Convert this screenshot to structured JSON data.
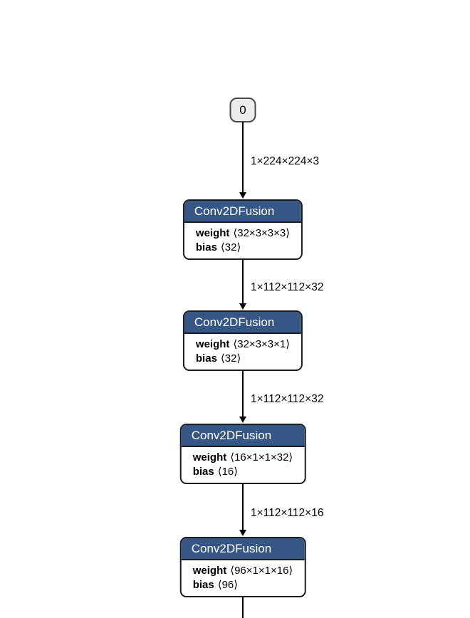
{
  "graph": {
    "colors": {
      "canvas_bg": "#ffffff",
      "node_header_bg": "#365786",
      "node_body_bg": "#ffffff",
      "node_border": "#1c1c1c",
      "input_node_bg": "#ececec",
      "input_node_border": "#4a4a4a",
      "edge_color": "#000000",
      "header_text": "#ffffff",
      "body_text": "#000000"
    },
    "input_node": {
      "label": "0"
    },
    "edges": [
      {
        "shape": "1×224×224×3"
      },
      {
        "shape": "1×112×112×32"
      },
      {
        "shape": "1×112×112×32"
      },
      {
        "shape": "1×112×112×16"
      }
    ],
    "nodes": [
      {
        "title": "Conv2DFusion",
        "attributes": [
          {
            "name": "weight",
            "value": "⟨32×3×3×3⟩"
          },
          {
            "name": "bias",
            "value": "⟨32⟩"
          }
        ]
      },
      {
        "title": "Conv2DFusion",
        "attributes": [
          {
            "name": "weight",
            "value": "⟨32×3×3×1⟩"
          },
          {
            "name": "bias",
            "value": "⟨32⟩"
          }
        ]
      },
      {
        "title": "Conv2DFusion",
        "attributes": [
          {
            "name": "weight",
            "value": "⟨16×1×1×32⟩"
          },
          {
            "name": "bias",
            "value": "⟨16⟩"
          }
        ]
      },
      {
        "title": "Conv2DFusion",
        "attributes": [
          {
            "name": "weight",
            "value": "⟨96×1×1×16⟩"
          },
          {
            "name": "bias",
            "value": "⟨96⟩"
          }
        ]
      }
    ]
  }
}
